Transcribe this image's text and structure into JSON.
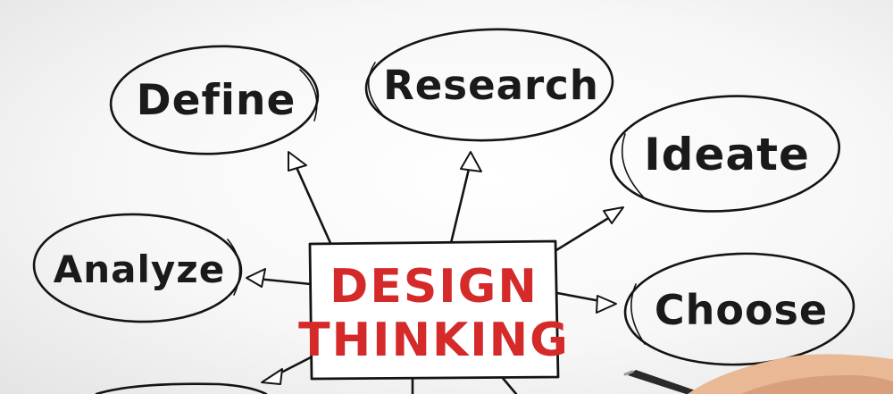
{
  "center": {
    "line1": "DESIGN",
    "line2": "THINKING",
    "color": "#d42a2a"
  },
  "nodes": {
    "define": "Define",
    "research": "Research",
    "ideate": "Ideate",
    "analyze": "Analyze",
    "choose": "Choose"
  },
  "colors": {
    "ink": "#141414",
    "box_fill": "#ffffff"
  }
}
